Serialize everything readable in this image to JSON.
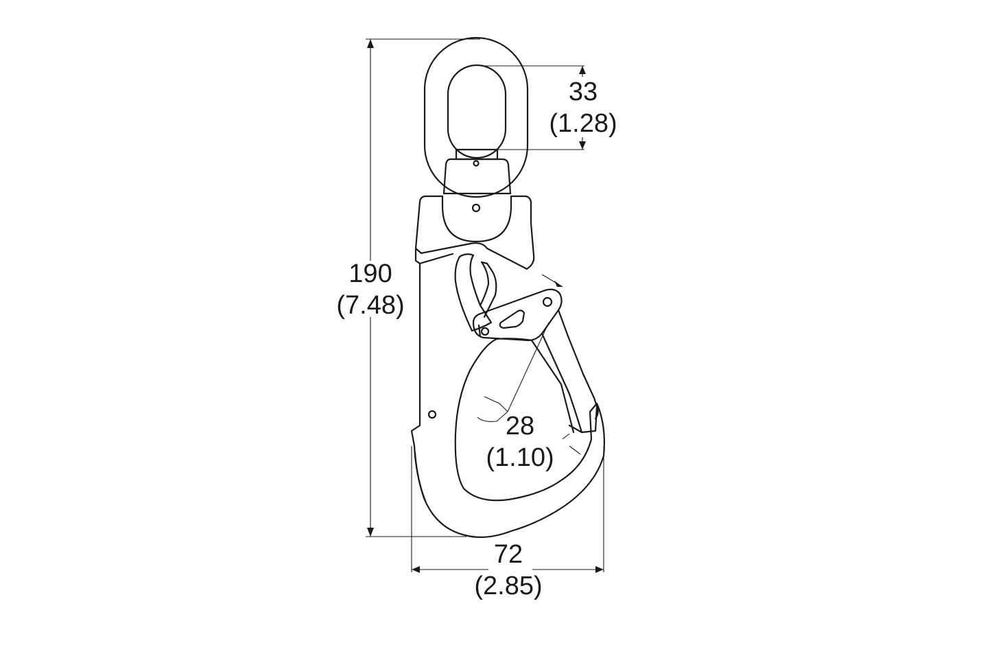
{
  "dimensions": {
    "height": {
      "mm": "190",
      "inch": "(7.48)"
    },
    "eye_opening": {
      "mm": "33",
      "inch": "(1.28)"
    },
    "gate_opening": {
      "mm": "28",
      "inch": "(1.10)"
    },
    "width": {
      "mm": "72",
      "inch": "(2.85)"
    }
  },
  "colors": {
    "line": "#1a1a1a",
    "background": "#ffffff"
  }
}
